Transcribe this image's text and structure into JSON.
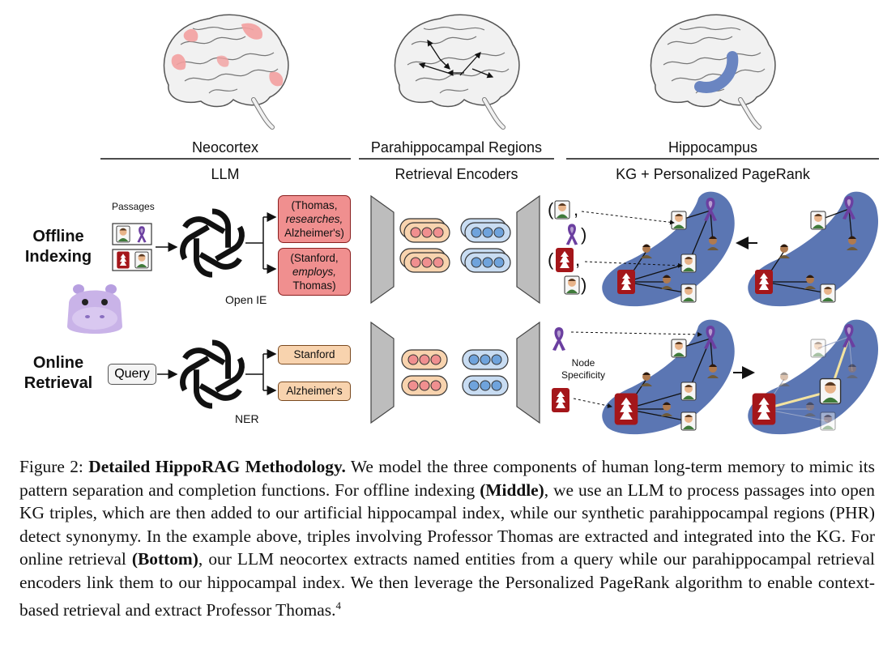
{
  "sections": {
    "neocortex": "Neocortex",
    "neocortex_sub": "LLM",
    "phr": "Parahippocampal Regions",
    "phr_sub": "Retrieval Encoders",
    "hippo": "Hippocampus",
    "hippo_sub": "KG + Personalized PageRank"
  },
  "rows": {
    "offline_line1": "Offline",
    "offline_line2": "Indexing",
    "online_line1": "Online",
    "online_line2": "Retrieval"
  },
  "labels": {
    "passages": "Passages",
    "open_ie": "Open IE",
    "query": "Query",
    "ner": "NER",
    "node_specificity_1": "Node",
    "node_specificity_2": "Specificity"
  },
  "triples": {
    "t1_a": "(Thomas,",
    "t1_b": "researches,",
    "t1_c": "Alzheimer's)",
    "t2_a": "(Stanford,",
    "t2_b": "employs,",
    "t2_c": "Thomas)"
  },
  "entities": {
    "e1": "Stanford",
    "e2": "Alzheimer's"
  },
  "caption": {
    "prefix": "Figure 2:",
    "title": "Detailed HippoRAG Methodology.",
    "p1": "We model the three components of human long-term memory to mimic its pattern separation and completion functions. For offline indexing",
    "middle": "(Middle)",
    "p2": ", we use an LLM to process passages into open KG triples, which are then added to our artificial hippocampal index, while our synthetic parahippocampal regions (PHR) detect synonymy. In the example above, triples involving Professor Thomas are extracted and integrated into the KG. For online retrieval",
    "bottom": "(Bottom)",
    "p3": ", our LLM neocortex extracts named entities from a query while our parahippocampal retrieval encoders link them to our hippocampal index.  We then leverage the Personalized PageRank algorithm to enable context-based retrieval and extract Professor Thomas.",
    "footnote": "4"
  },
  "colors": {
    "brain": "#f1f1f1",
    "neocortex_highlight": "#f3a0a0",
    "hippocampus": "#6a85c1",
    "kg_region": "#5b76b3",
    "triple_box": "#f08f8f",
    "entity_box": "#f8d3ae",
    "hippo_mascot": "#c9b3e8",
    "stanford": "#a4161a",
    "ribbon": "#6b3fa0",
    "path_highlight": "#f3e3a0"
  },
  "icons": [
    "brain-icon",
    "openai-logo-icon",
    "hippo-mascot-icon",
    "stanford-logo-icon",
    "purple-ribbon-icon",
    "person-icon",
    "encoder-trapezoid-icon",
    "embedding-vector-icon"
  ]
}
